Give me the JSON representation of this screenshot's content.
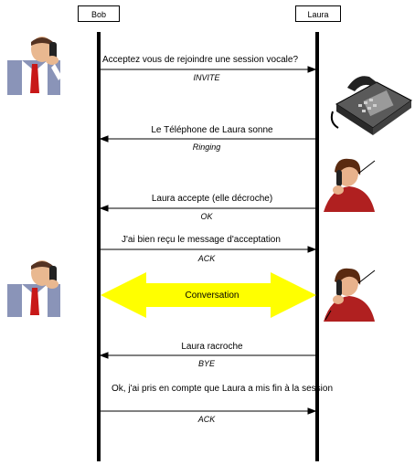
{
  "participants": {
    "bob": "Bob",
    "laura": "Laura"
  },
  "messages": [
    {
      "text": "Acceptez vous de rejoindre une session vocale?",
      "sip": "INVITE",
      "direction": "right"
    },
    {
      "text": "Le Téléphone de Laura sonne",
      "sip": "Ringing",
      "direction": "left"
    },
    {
      "text": "Laura accepte (elle décroche)",
      "sip": "OK",
      "direction": "left"
    },
    {
      "text": "J'ai bien reçu le message d'acceptation",
      "sip": "ACK",
      "direction": "right"
    },
    {
      "text": "Laura racroche",
      "sip": "BYE",
      "direction": "left"
    },
    {
      "text": "Ok, j'ai pris en compte que Laura a mis fin à la session",
      "sip": "ACK",
      "direction": "right"
    }
  ],
  "conversation": {
    "label": "Conversation",
    "color": "#ffff00"
  }
}
